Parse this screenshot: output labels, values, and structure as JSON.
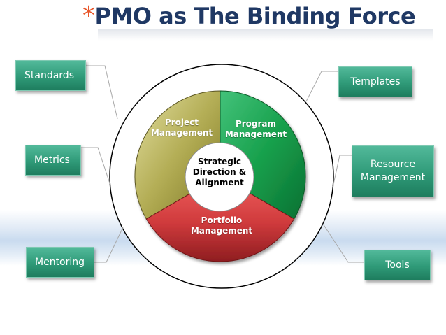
{
  "title": {
    "star": "*",
    "text": "PMO as The Binding Force"
  },
  "left_boxes": [
    {
      "label": "Standards"
    },
    {
      "label": "Metrics"
    },
    {
      "label": "Mentoring"
    }
  ],
  "right_boxes": [
    {
      "label": "Templates"
    },
    {
      "label": "Resource Management"
    },
    {
      "label": "Tools"
    }
  ],
  "segments": {
    "project": "Project Management",
    "program": "Program Management",
    "portfolio": "Portfolio Management"
  },
  "center": "Strategic Direction & Alignment",
  "colors": {
    "title": "#1f3864",
    "star": "#e8562a",
    "box": "#2f9a78",
    "project": "#a8a24a",
    "program": "#14a04a",
    "portfolio": "#c9383c"
  }
}
